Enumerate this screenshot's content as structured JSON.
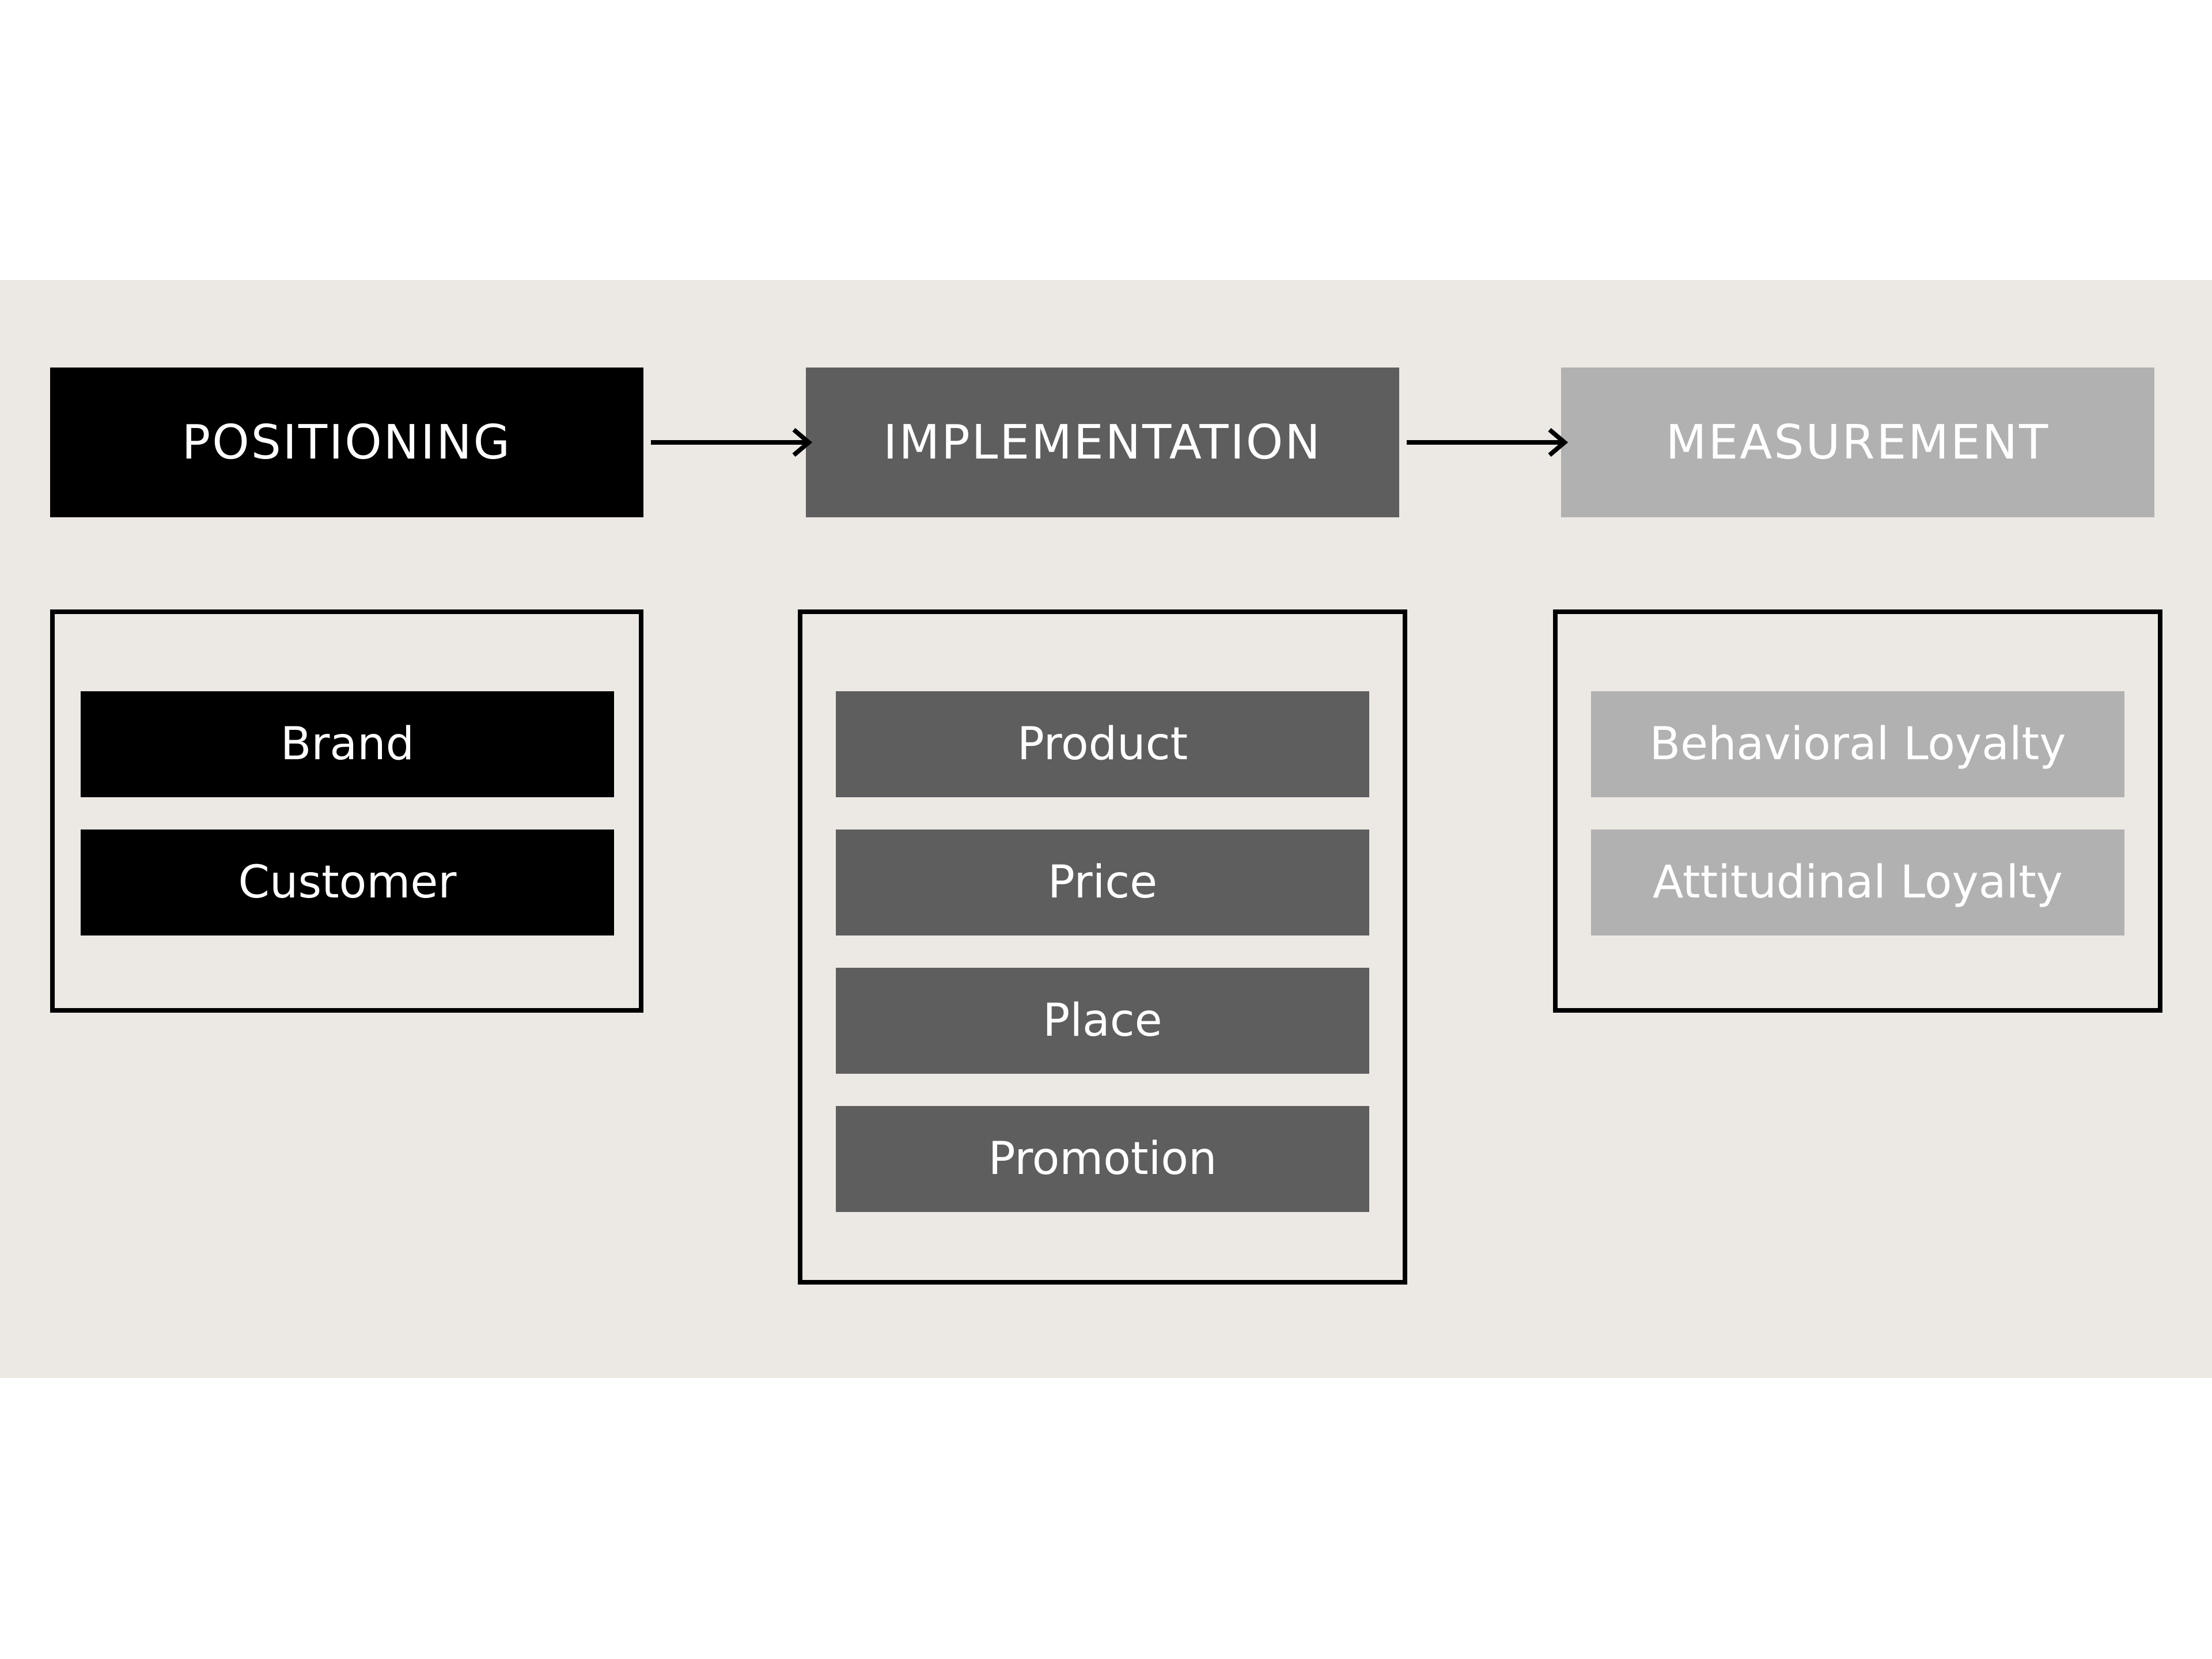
{
  "colors": {
    "background_band": "#ECE9E4",
    "positioning": "#000000",
    "implementation": "#5E5E5E",
    "measurement": "#B1B1B1",
    "text": "#FFFFFF",
    "border": "#000000"
  },
  "stages": [
    {
      "title": "POSITIONING",
      "color": "#000000",
      "items": [
        "Brand",
        "Customer"
      ]
    },
    {
      "title": "IMPLEMENTATION",
      "color": "#5E5E5E",
      "items": [
        "Product",
        "Price",
        "Place",
        "Promotion"
      ]
    },
    {
      "title": "MEASUREMENT",
      "color": "#B1B1B1",
      "items": [
        "Behavioral Loyalty",
        "Attitudinal Loyalty"
      ]
    }
  ],
  "connectors": [
    {
      "from": "POSITIONING",
      "to": "IMPLEMENTATION",
      "icon": "arrow-right-icon"
    },
    {
      "from": "IMPLEMENTATION",
      "to": "MEASUREMENT",
      "icon": "arrow-right-icon"
    }
  ]
}
